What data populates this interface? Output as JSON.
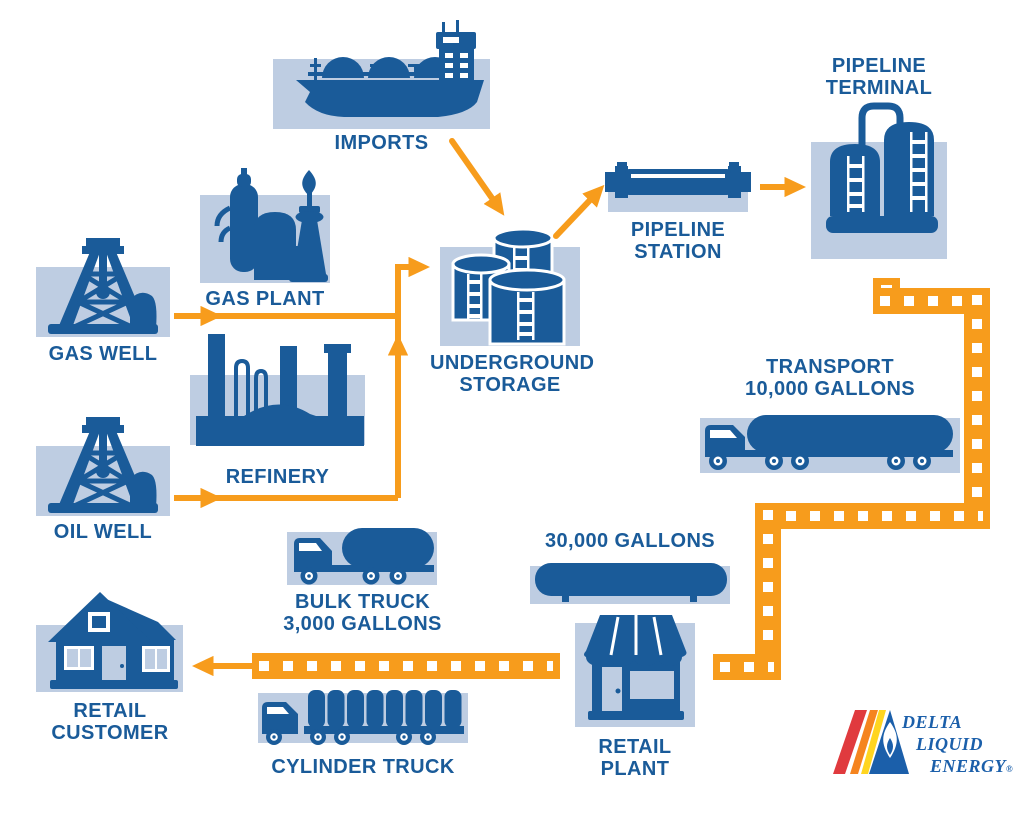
{
  "colors": {
    "dark_blue": "#1A5B99",
    "light_blue_box": "#BECDE2",
    "orange": "#F79C1C",
    "logo_red": "#E03A3E",
    "logo_orange": "#F5841F",
    "logo_yellow": "#FFD520",
    "logo_blue": "#1B5FAA"
  },
  "nodes": {
    "imports": {
      "label": "IMPORTS"
    },
    "pipeline_terminal": {
      "line1": "PIPELINE",
      "line2": "TERMINAL"
    },
    "gas_plant": {
      "label": "GAS PLANT"
    },
    "gas_well": {
      "label": "GAS WELL"
    },
    "refinery": {
      "label": "REFINERY"
    },
    "oil_well": {
      "label": "OIL WELL"
    },
    "underground_storage": {
      "line1": "UNDERGROUND",
      "line2": "STORAGE"
    },
    "pipeline_station": {
      "line1": "PIPELINE",
      "line2": "STATION"
    },
    "transport": {
      "line1": "TRANSPORT",
      "line2": "10,000 GALLONS"
    },
    "storage_tank": {
      "label": "30,000 GALLONS"
    },
    "retail_plant": {
      "line1": "RETAIL",
      "line2": "PLANT"
    },
    "bulk_truck": {
      "line1": "BULK TRUCK",
      "line2": "3,000 GALLONS"
    },
    "cylinder_truck": {
      "label": "CYLINDER TRUCK"
    },
    "retail_customer": {
      "line1": "RETAIL",
      "line2": "CUSTOMER"
    }
  },
  "icons": {
    "imports": "lng-tanker-ship",
    "pipeline_terminal": "storage-tanks",
    "gas_plant": "processing-plant",
    "gas_well": "drilling-derrick",
    "refinery": "refinery-silhouette",
    "oil_well": "drilling-derrick",
    "underground_storage": "three-cylindrical-tanks",
    "pipeline_station": "pipe-segment",
    "transport": "semi-tanker-truck",
    "storage_tank": "horizontal-tank",
    "retail_plant": "storefront",
    "bulk_truck": "bobtail-tank-truck",
    "cylinder_truck": "cylinder-delivery-truck",
    "retail_customer": "house"
  },
  "logo": {
    "line1": "DELTA",
    "line2": "LIQUID",
    "line3": "ENERGY",
    "reg": "®"
  }
}
